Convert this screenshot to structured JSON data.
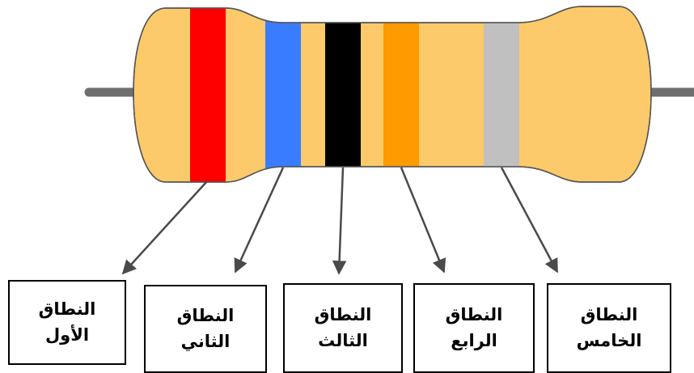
{
  "resistor": {
    "body_color": "#fcca6a",
    "outline_color": "#555555",
    "lead_color": "#6f6f6f",
    "bands": [
      {
        "color": "#ff0000",
        "label": {
          "line1": "النطاق",
          "line2": "الأول"
        }
      },
      {
        "color": "#3a7cff",
        "label": {
          "line1": "النطاق",
          "line2": "الثاني"
        }
      },
      {
        "color": "#000000",
        "label": {
          "line1": "النطاق",
          "line2": "الثالث"
        }
      },
      {
        "color": "#ff9a00",
        "label": {
          "line1": "النطاق",
          "line2": "الرابع"
        }
      },
      {
        "color": "#c0c0c0",
        "label": {
          "line1": "النطاق",
          "line2": "الخامس"
        }
      }
    ]
  },
  "arrow_color": "#4a4a4a"
}
